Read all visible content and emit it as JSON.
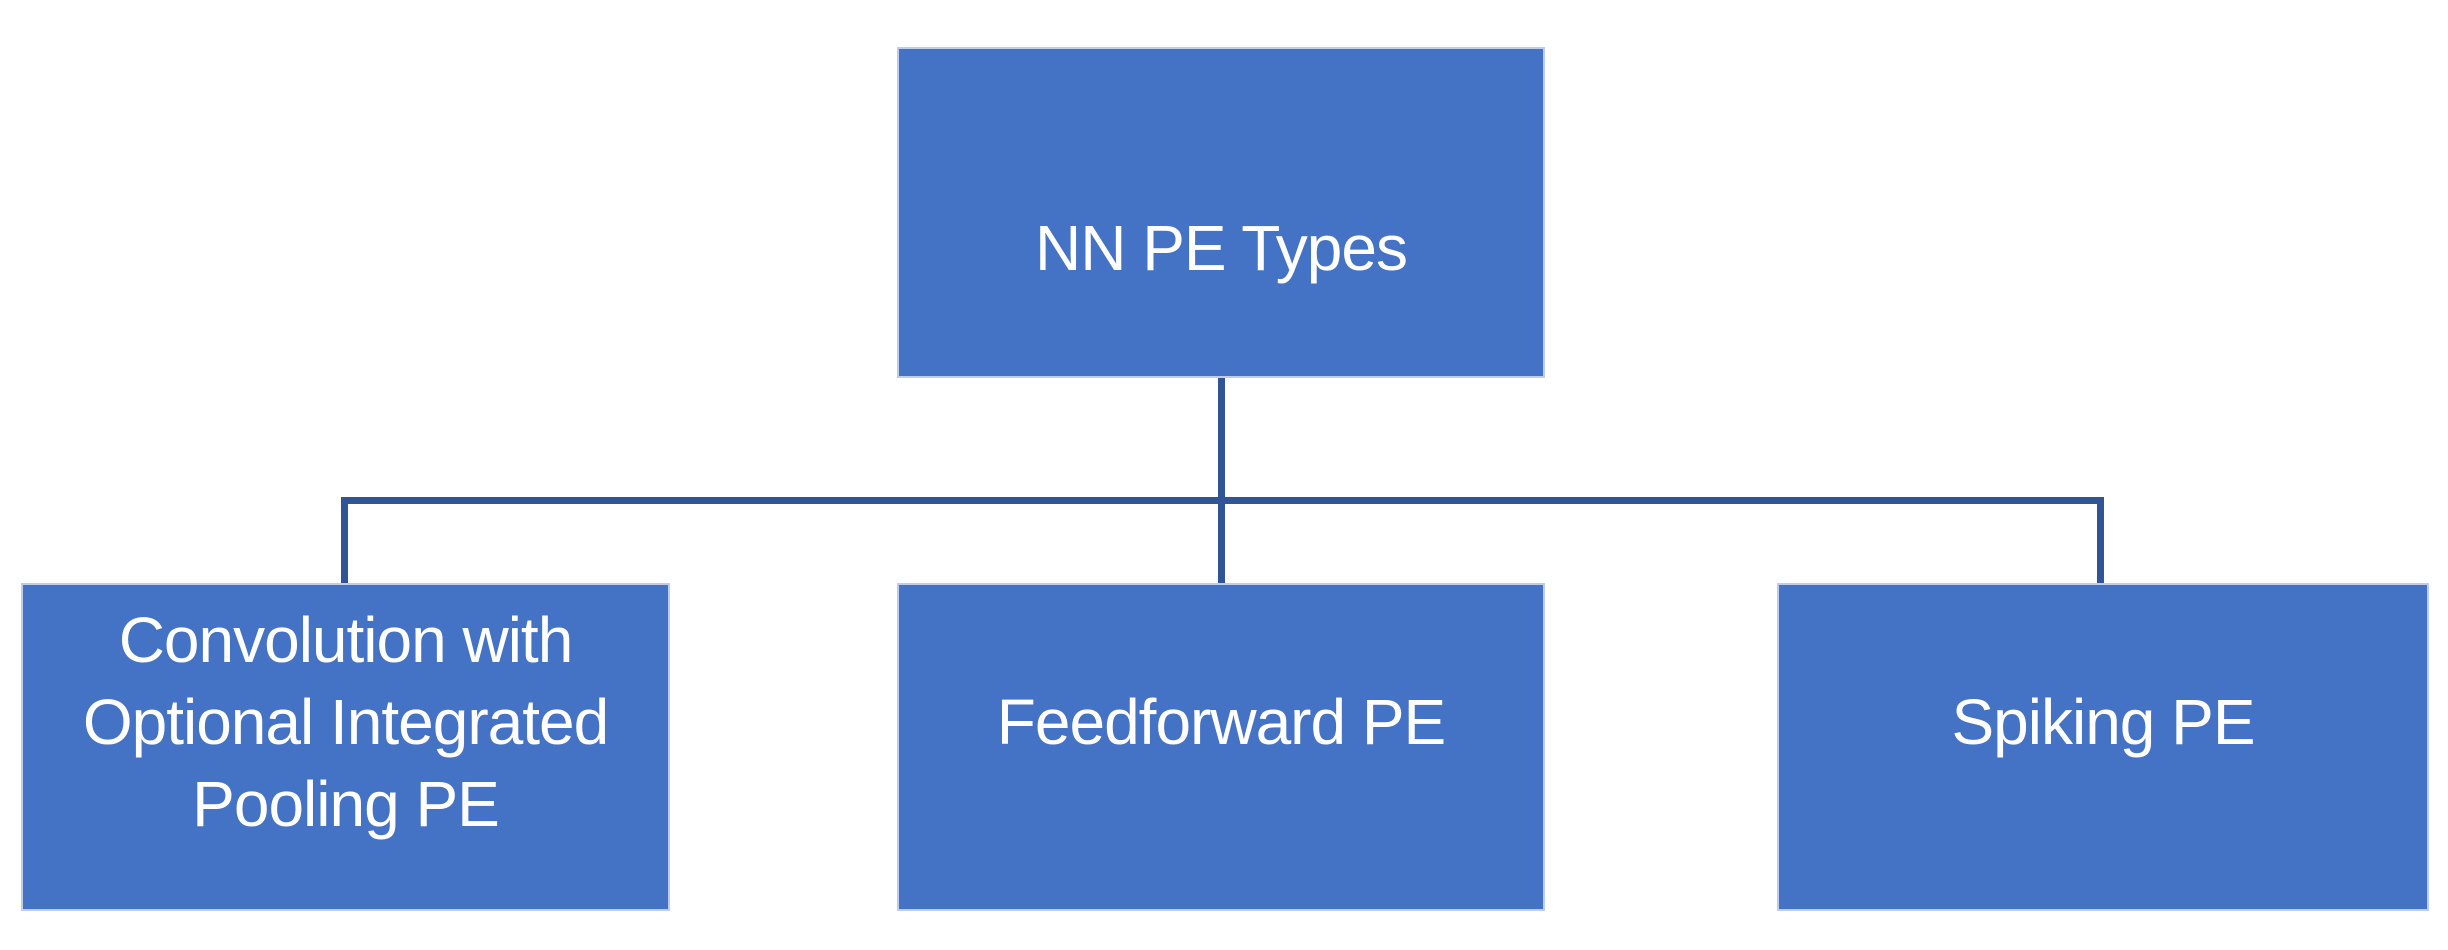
{
  "page": {
    "background": "#FFFFFF"
  },
  "diagram": {
    "type": "org-chart",
    "root": {
      "label": "NN PE Types"
    },
    "children": [
      {
        "label": "Convolution with\nOptional Integrated\nPooling PE"
      },
      {
        "label": "Feedforward PE"
      },
      {
        "label": "Spiking PE"
      }
    ],
    "colors": {
      "node_fill": "#4472C4",
      "node_edge": "#BDCDEC",
      "connector": "#2F5597",
      "label_text": "#FFFFFF",
      "page_background": "#FFFFFF"
    }
  }
}
